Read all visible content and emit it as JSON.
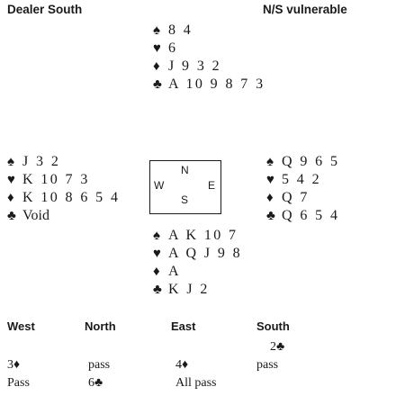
{
  "header": {
    "dealer": "Dealer South",
    "vulnerability": "N/S vulnerable"
  },
  "north": {
    "spades": "8 4",
    "hearts": "6",
    "diamonds": "J 9 3 2",
    "clubs": "A 10 9 8 7 3"
  },
  "west": {
    "spades": "J 3 2",
    "hearts": "K 10 7 3",
    "diamonds": "K 10 8 6 5 4",
    "clubs": "Void"
  },
  "east": {
    "spades": "Q 9 6 5",
    "hearts": "5 4 2",
    "diamonds": "Q 7",
    "clubs": "Q 6 5 4"
  },
  "south": {
    "spades": "A K 10 7",
    "hearts": "A Q J 9 8",
    "diamonds": "A",
    "clubs": "K J 2"
  },
  "compass": {
    "n": "N",
    "w": "W",
    "e": "E",
    "s": "S"
  },
  "suits": {
    "spade": "♠",
    "heart": "♥",
    "diamond": "♦",
    "club": "♣"
  },
  "colors": {
    "black_suit": "#1a1a1a",
    "red_suit": "#1a1a1a"
  },
  "auction": {
    "headers": [
      "West",
      "North",
      "East",
      "South"
    ],
    "rounds": [
      [
        "",
        "",
        "",
        "2♣"
      ],
      [
        "3♦",
        "pass",
        "4♦",
        "pass"
      ],
      [
        "Pass",
        "6♣",
        "All pass",
        ""
      ]
    ]
  }
}
